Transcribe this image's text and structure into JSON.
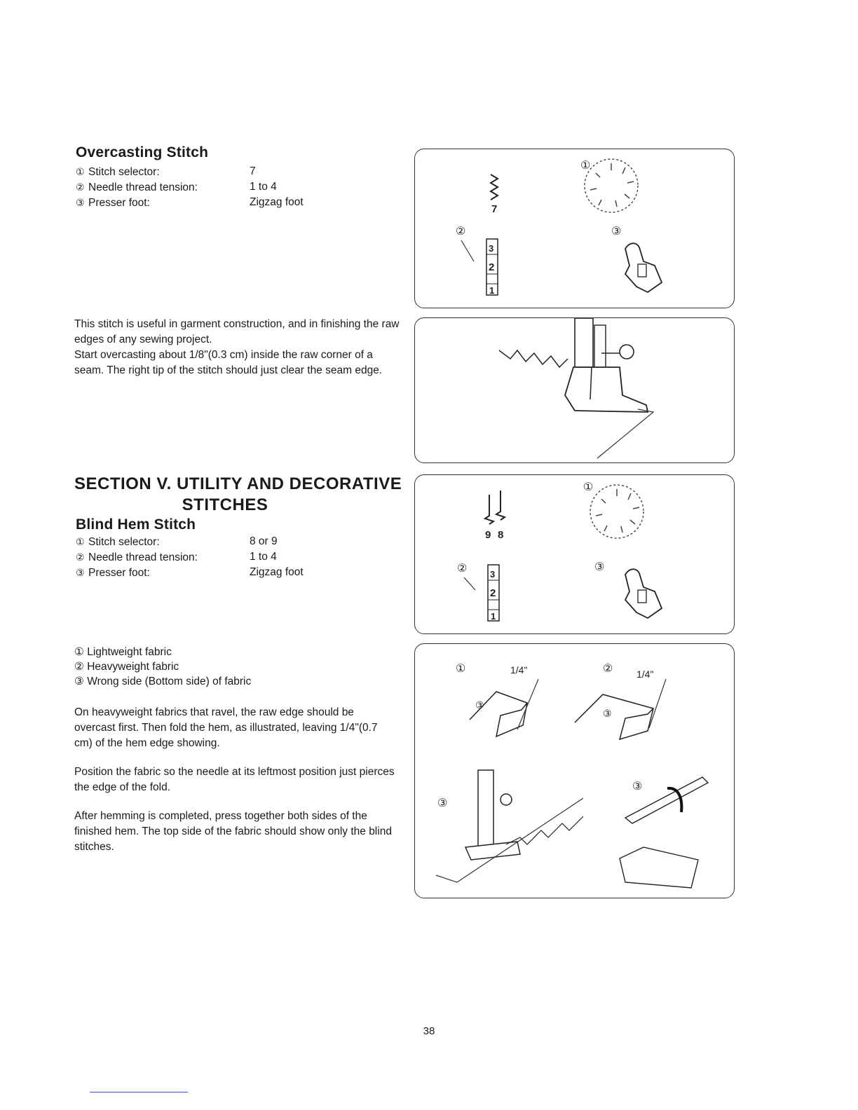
{
  "overcasting": {
    "title": "Overcasting Stitch",
    "settings": [
      {
        "num": "1",
        "label": "Stitch selector:",
        "value": "7"
      },
      {
        "num": "2",
        "label": "Needle thread tension:",
        "value": "1 to 4"
      },
      {
        "num": "3",
        "label": "Presser foot:",
        "value": "Zigzag foot"
      }
    ],
    "description": [
      "This stitch is useful in garment construction, and in finishing the raw edges of any sewing project.",
      "Start overcasting about 1/8\"(0.3 cm) inside the raw corner of a seam. The right tip of the stitch should just clear the seam edge."
    ],
    "figure": {
      "selector_number": "7",
      "callout_1": "①",
      "callout_2": "②",
      "callout_3": "③",
      "dial_low": "1",
      "dial_mid": "2",
      "dial_high": "3"
    }
  },
  "section": {
    "title_line1": "SECTION V.  UTILITY AND DECORATIVE",
    "title_line2": "STITCHES"
  },
  "blind_hem": {
    "title": "Blind Hem Stitch",
    "settings": [
      {
        "num": "1",
        "label": "Stitch selector:",
        "value": "8 or 9"
      },
      {
        "num": "2",
        "label": "Needle thread tension:",
        "value": "1 to 4"
      },
      {
        "num": "3",
        "label": "Presser foot:",
        "value": "Zigzag foot"
      }
    ],
    "legend": [
      {
        "num": "1",
        "label": "Lightweight fabric"
      },
      {
        "num": "2",
        "label": "Heavyweight fabric"
      },
      {
        "num": "3",
        "label": "Wrong side (Bottom side) of fabric"
      }
    ],
    "instructions": [
      "On heavyweight fabrics that ravel, the raw edge should be overcast first.  Then fold the hem, as illustrated, leaving 1/4\"(0.7 cm) of the hem edge showing.",
      "Position the fabric so the needle at its leftmost position just pierces the edge of the fold.",
      "After hemming is completed, press together both sides of the finished hem. The top side of the fabric should show only the blind stitches."
    ],
    "figure": {
      "selector_left": "9",
      "selector_right": "8",
      "callout_1": "①",
      "callout_2": "②",
      "callout_3": "③",
      "dial_low": "1",
      "dial_mid": "2",
      "dial_high": "3"
    },
    "fold_figure": {
      "callout_1": "①",
      "callout_2": "②",
      "callout_3": "③",
      "measure": "1/4\""
    }
  },
  "page_number": "38"
}
